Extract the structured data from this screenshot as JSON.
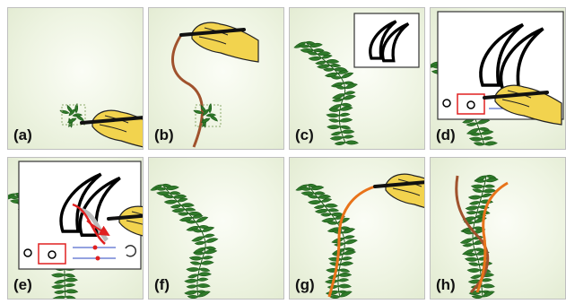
{
  "panels": [
    {
      "id": "a",
      "label": "(a)"
    },
    {
      "id": "b",
      "label": "(b)"
    },
    {
      "id": "c",
      "label": "(c)"
    },
    {
      "id": "d",
      "label": "(d)"
    },
    {
      "id": "e",
      "label": "(e)"
    },
    {
      "id": "f",
      "label": "(f)"
    },
    {
      "id": "g",
      "label": "(g)"
    },
    {
      "id": "h",
      "label": "(h)"
    }
  ],
  "colors": {
    "leaf": "#2f7a2a",
    "leaf_dark": "#1e5a1a",
    "hand": "#f2d34e",
    "stroke_brown": "#a0522d",
    "stroke_orange": "#e8731a",
    "highlight_red": "#e02020"
  },
  "icons": [
    "hand-with-pen-icon",
    "seaweed-brush-icon",
    "leaf-template-icon",
    "refresh-icon"
  ]
}
